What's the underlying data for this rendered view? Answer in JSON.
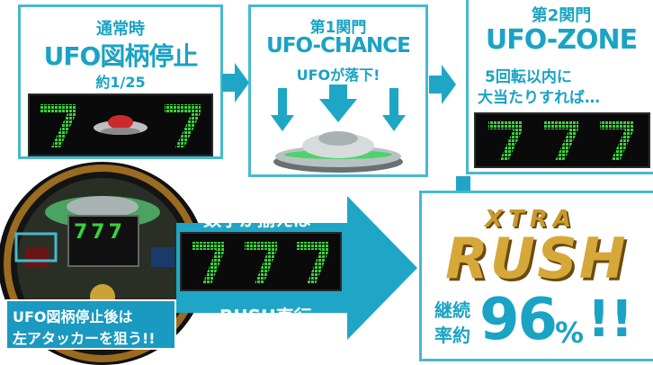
{
  "step1": {
    "line1": "通常時",
    "line2": "UFO図柄停止",
    "line3": "約1/25",
    "reels": [
      "7",
      "7"
    ]
  },
  "step2": {
    "line1": "第1関門",
    "line2": "UFO-CHANCE",
    "line3": "UFOが落下!"
  },
  "step3": {
    "line1": "第2関門",
    "line2": "UFO-ZONE",
    "line3": "5回転以内に",
    "line4": "大当たりすれば…",
    "reels": [
      "7",
      "7",
      "7"
    ]
  },
  "middle": {
    "line1": "数字が揃えば",
    "reels": [
      "7",
      "7",
      "7"
    ],
    "line2": "RUSH直行"
  },
  "machine": {
    "caption1": "UFO図柄停止後は",
    "caption2": "左アタッカーを狙う!!",
    "center_reels": "777"
  },
  "rush": {
    "logo_small": "XTRA",
    "logo_big": "RUSH",
    "label1": "継続",
    "label2": "率約",
    "rate": "96",
    "unit": "%",
    "excl": "!!"
  },
  "colors": {
    "accent": "#1aa3c4",
    "border": "#47b9cd",
    "digit_green": "#3ad13a",
    "arrow": "#1fa6c6"
  }
}
